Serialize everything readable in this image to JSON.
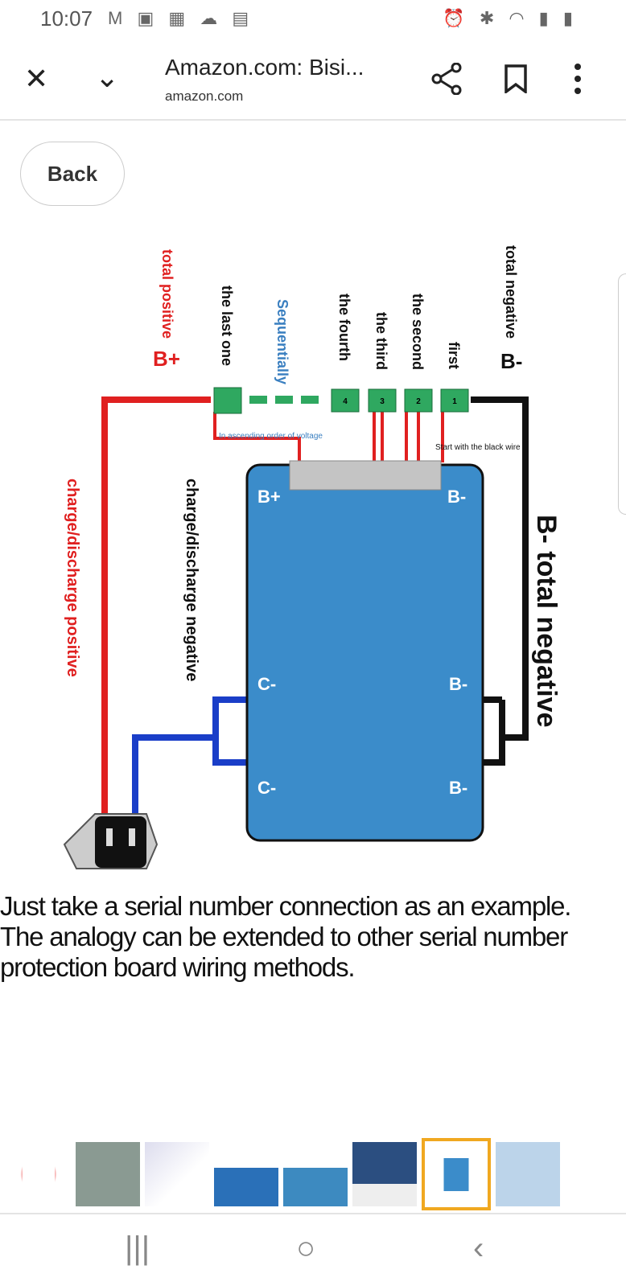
{
  "status_bar": {
    "time": "10:07",
    "left_icons": [
      "gmail-icon",
      "gallery-icon",
      "app-icon",
      "cloud-icon",
      "news-icon"
    ],
    "right_icons": [
      "alarm-icon",
      "bluetooth-icon",
      "wifi-icon",
      "signal-icon",
      "battery-charging-icon"
    ]
  },
  "toolbar": {
    "title": "Amazon.com: Bisi...",
    "url": "amazon.com"
  },
  "back_label": "Back",
  "diagram": {
    "total_positive": "total positive",
    "b_plus_top": "B+",
    "last_one": "the last one",
    "sequentially": "Sequentially",
    "fourth": "the fourth",
    "third": "the third",
    "second": "the second",
    "first": "first",
    "total_negative": "total negative",
    "b_minus_top": "B-",
    "cell_numbers": [
      "4",
      "3",
      "2",
      "1"
    ],
    "ascending": "In ascending order of voltage",
    "start_black": "Start with the black wire",
    "board_bplus": "B+",
    "board_bminus": "B-",
    "c1": "C-",
    "c2": "C-",
    "b1": "B-",
    "b2": "B-",
    "cd_positive": "charge/discharge positive",
    "cd_negative": "charge/discharge negative",
    "b_total_negative": "B- total negative",
    "colors": {
      "red": "#e02020",
      "blue": "#1a3ec8",
      "board": "#3b8cca",
      "cell": "#2fa860",
      "text_blue": "#3a7fc0"
    }
  },
  "caption": [
    "Just take a serial number connection as an example.",
    "The analogy can be extended to other serial number",
    "protection board wiring methods."
  ],
  "thumbnails": 8,
  "selected_thumbnail": 7,
  "nav": {
    "recent": "|||",
    "home": "○",
    "back": "‹"
  }
}
